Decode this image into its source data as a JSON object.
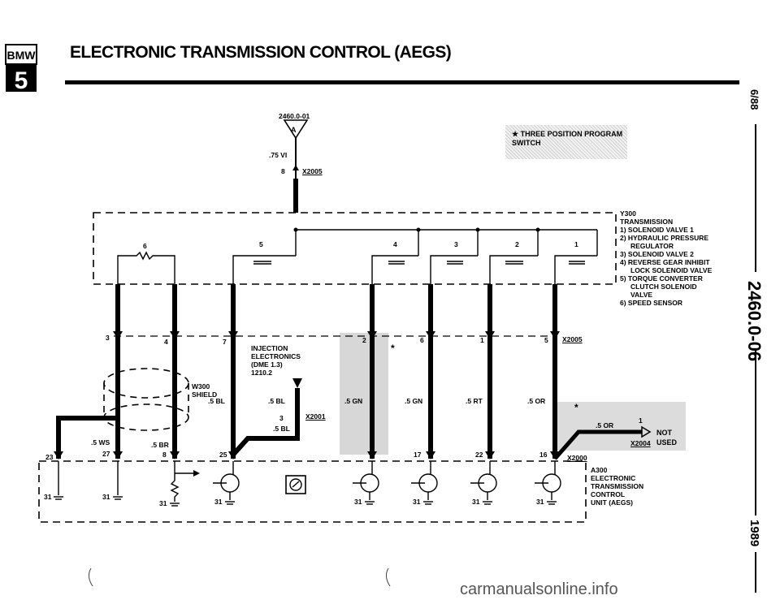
{
  "header": {
    "badge_brand": "BMW",
    "badge_series": "5",
    "title": "ELECTRONIC TRANSMISSION CONTROL (AEGS)"
  },
  "margin": {
    "date": "6/88",
    "page_code": "2460.0-06",
    "year": "1989"
  },
  "diagram": {
    "ref_code": "2460.0-01",
    "top_wire": ".75 VI",
    "top_pin": "8",
    "top_connector": "X2005",
    "program_switch_note": "★ THREE POSITION PROGRAM SWITCH",
    "y300": {
      "id": "Y300",
      "lines": [
        "TRANSMISSION",
        "1) SOLENOID VALVE 1",
        "2) HYDRAULIC PRESSURE",
        "REGULATOR",
        "3) SOLENOID VALVE 2",
        "4) REVERSE GEAR INHIBIT",
        "LOCK SOLENOID VALVE",
        "5) TORQUE CONVERTER",
        "CLUTCH SOLENOID",
        "VALVE",
        "6) SPEED SENSOR"
      ]
    },
    "component_numbers": [
      "6",
      "5",
      "4",
      "3",
      "2",
      "1"
    ],
    "mid_pins": [
      "3",
      "4",
      "7",
      "2",
      "6",
      "1",
      "5"
    ],
    "mid_connector": "X2005",
    "w300": [
      "W300",
      "SHIELD"
    ],
    "injection": [
      "INJECTION",
      "ELECTRONICS",
      "(DME 1.3)",
      "1210.2"
    ],
    "injection_wire": ".5 BL",
    "injection_pin": "3",
    "injection_connector": "X2001",
    "injection_wire2": ".5 BL",
    "star": "*",
    "wires": {
      "ws": ".5 WS",
      "br": ".5 BR",
      "bl": ".5 BL",
      "gn1": ".5 GN",
      "gn2": ".5 GN",
      "rt": ".5 RT",
      "or": ".5 OR",
      "or2": ".5 OR"
    },
    "not_used": {
      "pin": "1",
      "connector": "X2004",
      "text": "NOT USED"
    },
    "bottom_pins": [
      "23",
      "27",
      "8",
      "25",
      "17",
      "22",
      "16"
    ],
    "bottom_connector": "X2000",
    "grounds": [
      "31",
      "31",
      "31",
      "31",
      "31",
      "31",
      "31"
    ],
    "a300": {
      "id": "A300",
      "lines": [
        "ELECTRONIC",
        "TRANSMISSION",
        "CONTROL",
        "UNIT (AEGS)"
      ]
    }
  },
  "footer": {
    "watermark": "carmanualsonline.info"
  }
}
